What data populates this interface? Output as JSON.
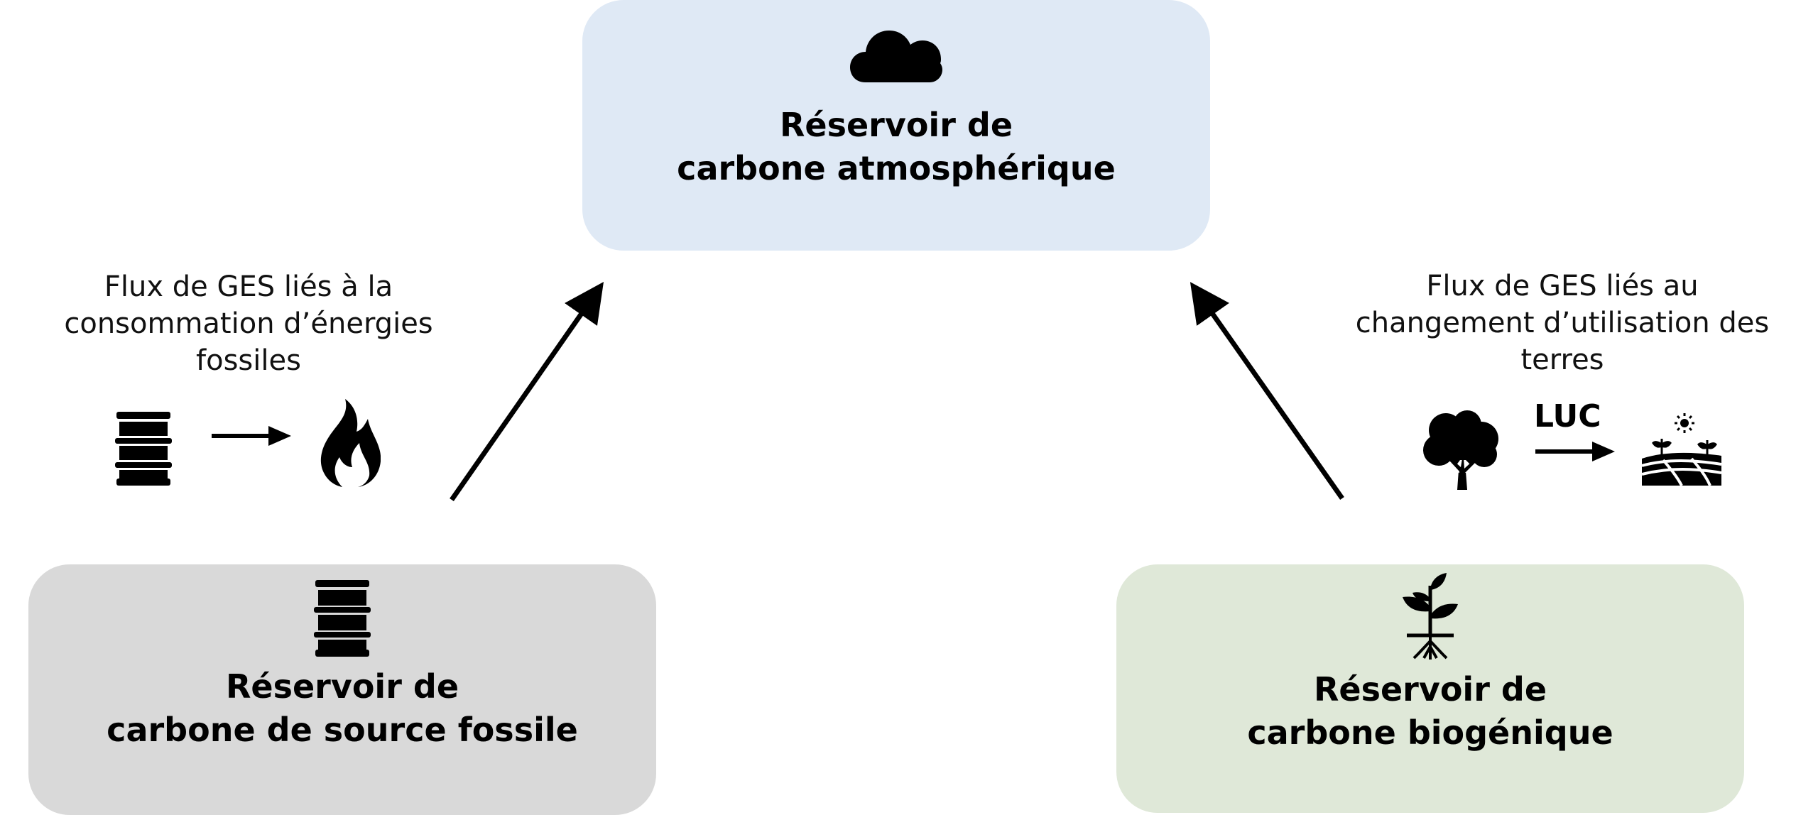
{
  "reservoirs": {
    "atmospheric": {
      "line1": "Réservoir de",
      "line2": "carbone atmosphérique",
      "color": "#dfe9f5",
      "icon": "cloud-icon"
    },
    "fossil": {
      "line1": "Réservoir de",
      "line2": "carbone de source fossile",
      "color": "#d9d9d9",
      "icon": "oil-barrel-icon"
    },
    "biogenic": {
      "line1": "Réservoir de",
      "line2": "carbone biogénique",
      "color": "#dfe8d8",
      "icon": "sprout-icon"
    }
  },
  "fluxes": {
    "fossil": {
      "line1": "Flux de GES liés à la",
      "line2": "consommation d’énergies",
      "line3": "fossiles",
      "icons": [
        "oil-barrel-icon",
        "arrow-right-icon",
        "flame-icon"
      ]
    },
    "land_use": {
      "line1": "Flux de GES liés au",
      "line2": "changement d’utilisation des",
      "line3": "terres",
      "arrow_label": "LUC",
      "icons": [
        "tree-icon",
        "arrow-right-icon",
        "farmland-icon"
      ]
    }
  }
}
